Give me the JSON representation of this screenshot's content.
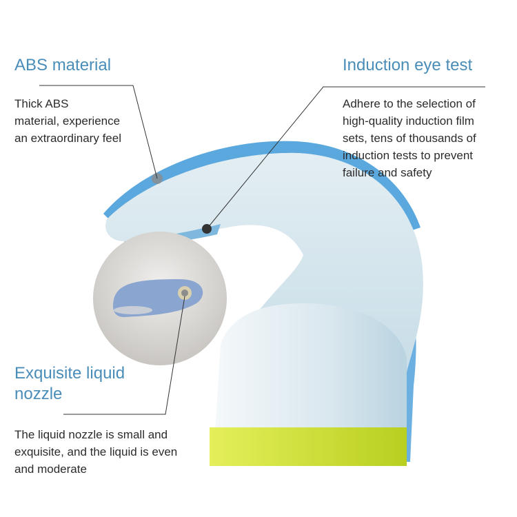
{
  "callouts": {
    "abs": {
      "title": "ABS material",
      "lines": [
        "Thick ABS",
        "material, experience",
        "an extraordinary feel"
      ]
    },
    "induction": {
      "title": "Induction eye test",
      "lines": [
        "Adhere to the selection of",
        "high-quality induction film",
        "sets, tens of thousands of",
        "induction tests to prevent",
        "failure and safety"
      ]
    },
    "nozzle": {
      "title_lines": [
        "Exquisite liquid",
        "nozzle"
      ],
      "lines": [
        "The liquid nozzle is small and",
        "exquisite, and the liquid is even",
        "and moderate"
      ]
    }
  },
  "colors": {
    "heading": "#4a8db8",
    "body": "#2b2b2b",
    "product_white": "#dbe8ee",
    "product_blue": "#6bb0e0",
    "liquid": "#c8dc2a"
  }
}
